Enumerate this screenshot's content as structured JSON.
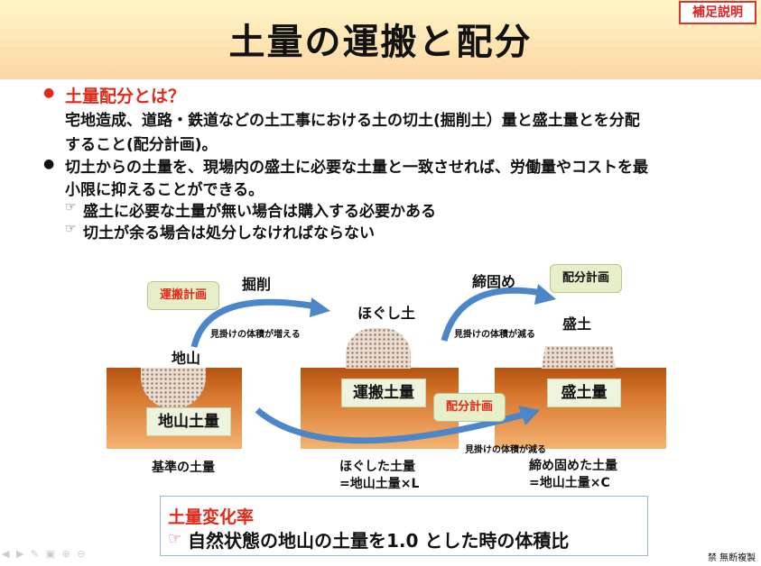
{
  "title": "土量の運搬と配分",
  "badge": "補足説明",
  "bullets": {
    "q_heading": "土量配分とは？",
    "q_line1": "宅地造成、道路・鉄道などの土工事における土の切土(掘削土）量と盛土量とを分配",
    "q_line2": "すること(配分計画)。",
    "b2_line1": "切土からの土量を、現場内の盛土に必要な土量と一致させれば、労働量やコストを最",
    "b2_line2": "小限に抑えることができる。",
    "sub1": "盛土に必要な土量が無い場合は購入する必要かある",
    "sub2": "切土が余る場合は処分しなければならない"
  },
  "diagram": {
    "excavation": "掘削",
    "compaction": "締固め",
    "haul_plan": "運搬計画",
    "distribution_plan_top": "配分計画",
    "distribution_plan_mid": "配分計画",
    "loosened_soil": "ほぐし土",
    "embankment": "盛土",
    "natural_ground": "地山",
    "volume_increase": "見掛けの体積が増える",
    "volume_decrease_top": "見掛けの体積が減る",
    "volume_decrease_bottom": "見掛けの体積が減る",
    "natural_volume": "地山土量",
    "haul_volume": "運搬土量",
    "fill_volume": "盛土量",
    "cap_base": "基準の土量",
    "cap_loose1": "ほぐした土量",
    "cap_loose2": "=地山土量×L",
    "cap_comp1": "締め固めた土量",
    "cap_comp2": "=地山土量×C"
  },
  "box": {
    "heading": "土量変化率",
    "text": "自然状態の地山の土量を1.0 とした時の体積比"
  },
  "footer": "禁 無断複製",
  "colors": {
    "accent_red": "#e02a1a",
    "arrow_blue": "#4a86c8"
  }
}
